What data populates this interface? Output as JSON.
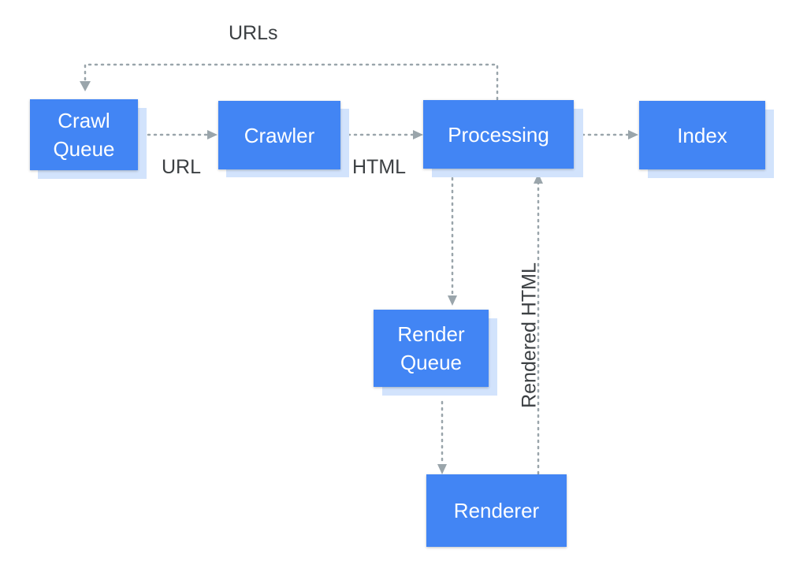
{
  "nodes": {
    "crawl_queue": {
      "lines": [
        "Crawl",
        "Queue"
      ]
    },
    "crawler": {
      "label": "Crawler"
    },
    "processing": {
      "label": "Processing"
    },
    "index": {
      "label": "Index"
    },
    "render_queue": {
      "lines": [
        "Render",
        "Queue"
      ]
    },
    "renderer": {
      "label": "Renderer"
    }
  },
  "edges": {
    "urls": "URLs",
    "url": "URL",
    "html": "HTML",
    "rendered_html": "Rendered HTML"
  },
  "colors": {
    "box_fill": "#4285f4",
    "box_shadow": "#d2e3fc",
    "connector": "#9aa5ab",
    "label_text": "#3c4043"
  }
}
